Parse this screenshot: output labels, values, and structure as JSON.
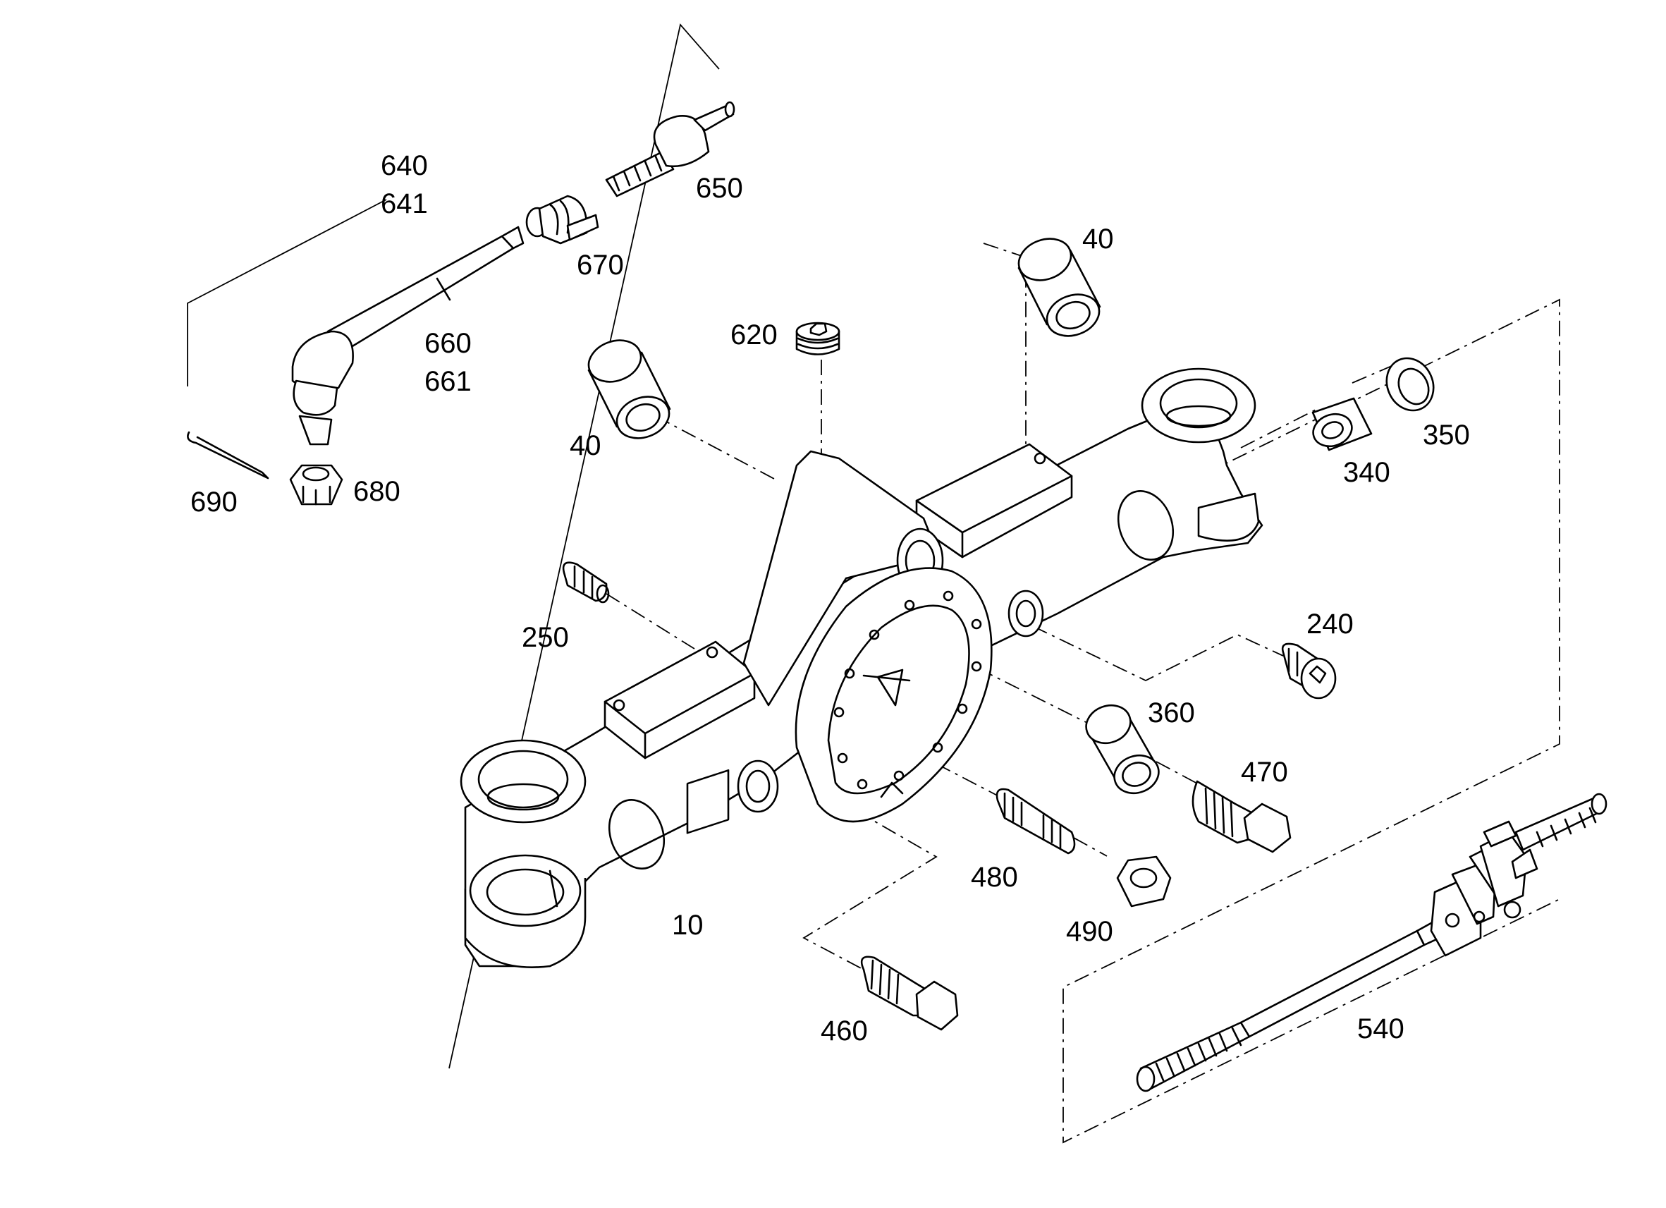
{
  "diagram": {
    "type": "exploded-parts-view",
    "callouts": [
      {
        "id": "c640",
        "text": "640"
      },
      {
        "id": "c641",
        "text": "641"
      },
      {
        "id": "c650",
        "text": "650"
      },
      {
        "id": "c670",
        "text": "670"
      },
      {
        "id": "c660",
        "text": "660"
      },
      {
        "id": "c661",
        "text": "661"
      },
      {
        "id": "c690",
        "text": "690"
      },
      {
        "id": "c680",
        "text": "680"
      },
      {
        "id": "c620",
        "text": "620"
      },
      {
        "id": "c40a",
        "text": "40"
      },
      {
        "id": "c40b",
        "text": "40"
      },
      {
        "id": "c350",
        "text": "350"
      },
      {
        "id": "c340",
        "text": "340"
      },
      {
        "id": "c250",
        "text": "250"
      },
      {
        "id": "c240",
        "text": "240"
      },
      {
        "id": "c360",
        "text": "360"
      },
      {
        "id": "c470",
        "text": "470"
      },
      {
        "id": "c480",
        "text": "480"
      },
      {
        "id": "c490",
        "text": "490"
      },
      {
        "id": "c10",
        "text": "10"
      },
      {
        "id": "c460",
        "text": "460"
      },
      {
        "id": "c540",
        "text": "540"
      }
    ],
    "parts": [
      {
        "number": "10",
        "name": "axle-housing"
      },
      {
        "number": "40",
        "name": "bushing"
      },
      {
        "number": "240",
        "name": "screw-plug"
      },
      {
        "number": "250",
        "name": "breather"
      },
      {
        "number": "340",
        "name": "bushing"
      },
      {
        "number": "350",
        "name": "seal-ring"
      },
      {
        "number": "360",
        "name": "bushing"
      },
      {
        "number": "460",
        "name": "hex-bolt"
      },
      {
        "number": "470",
        "name": "hex-bolt"
      },
      {
        "number": "480",
        "name": "stud"
      },
      {
        "number": "490",
        "name": "hex-nut"
      },
      {
        "number": "540",
        "name": "universal-shaft"
      },
      {
        "number": "620",
        "name": "grease-nipple"
      },
      {
        "number": "640",
        "name": "tie-rod-assembly"
      },
      {
        "number": "650",
        "name": "ball-joint"
      },
      {
        "number": "660",
        "name": "tie-rod"
      },
      {
        "number": "670",
        "name": "clamp"
      },
      {
        "number": "680",
        "name": "castle-nut"
      },
      {
        "number": "690",
        "name": "split-pin"
      }
    ]
  }
}
